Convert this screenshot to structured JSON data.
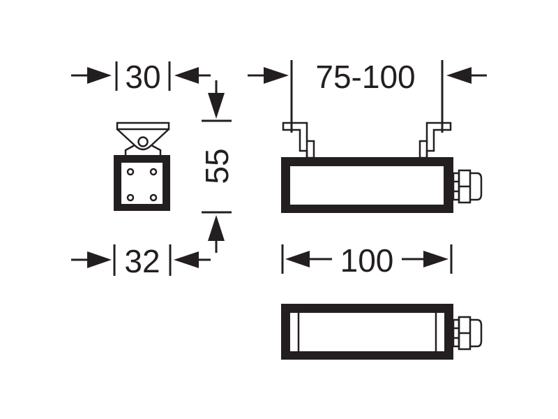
{
  "drawing": {
    "type": "dimensioned technical drawing",
    "units": "mm",
    "stroke_color": "#231f20",
    "background_color": "#ffffff",
    "views": [
      {
        "name": "end-view",
        "dimensions": {
          "bracket_width": "30",
          "height": "55",
          "body_width": "32"
        }
      },
      {
        "name": "side-view",
        "dimensions": {
          "bracket_spacing": "75-100",
          "length": "100"
        }
      },
      {
        "name": "top-view",
        "dimensions": {}
      }
    ]
  },
  "labels": {
    "dim_30": "30",
    "dim_55": "55",
    "dim_32": "32",
    "dim_75_100": "75-100",
    "dim_100": "100"
  }
}
